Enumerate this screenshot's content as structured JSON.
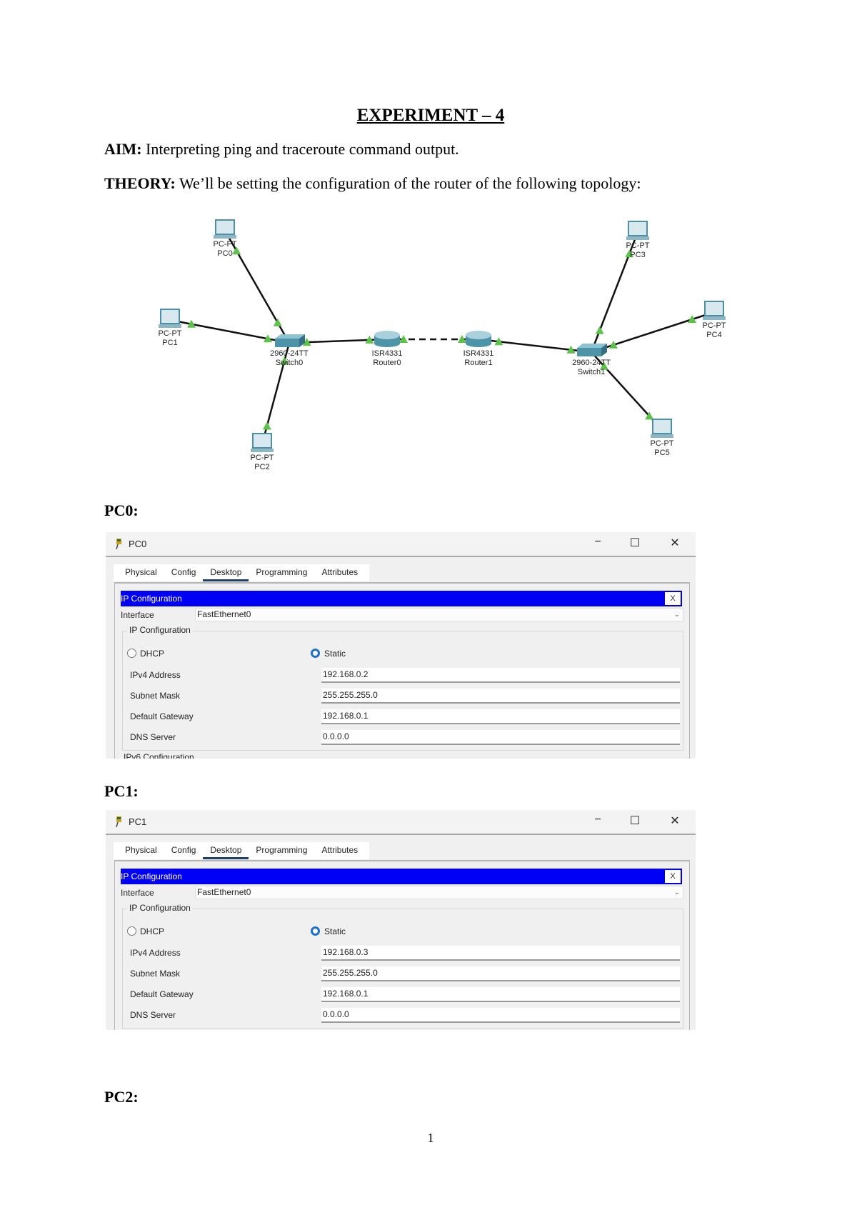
{
  "document": {
    "title": "EXPERIMENT – 4",
    "aim_label": "AIM:",
    "aim_text": " Interpreting ping and traceroute command output.",
    "theory_label": "THEORY:",
    "theory_text": " We’ll be setting the configuration of the router of the following topology:",
    "sections": [
      "PC0:",
      "PC1:",
      "PC2:"
    ],
    "page_number": "1"
  },
  "topology": {
    "nodes": [
      {
        "id": "pc0",
        "type": "pc",
        "model": "PC-PT",
        "name": "PC0"
      },
      {
        "id": "pc1",
        "type": "pc",
        "model": "PC-PT",
        "name": "PC1"
      },
      {
        "id": "pc2",
        "type": "pc",
        "model": "PC-PT",
        "name": "PC2"
      },
      {
        "id": "sw0",
        "type": "switch",
        "model": "2960-24TT",
        "name": "Switch0"
      },
      {
        "id": "r0",
        "type": "router",
        "model": "ISR4331",
        "name": "Router0"
      },
      {
        "id": "r1",
        "type": "router",
        "model": "ISR4331",
        "name": "Router1"
      },
      {
        "id": "sw1",
        "type": "switch",
        "model": "2960-24TT",
        "name": "Switch1"
      },
      {
        "id": "pc3",
        "type": "pc",
        "model": "PC-PT",
        "name": "PC3"
      },
      {
        "id": "pc4",
        "type": "pc",
        "model": "PC-PT",
        "name": "PC4"
      },
      {
        "id": "pc5",
        "type": "pc",
        "model": "PC-PT",
        "name": "PC5"
      }
    ],
    "links": [
      {
        "from": "pc0",
        "to": "sw0",
        "style": "solid"
      },
      {
        "from": "pc1",
        "to": "sw0",
        "style": "solid"
      },
      {
        "from": "pc2",
        "to": "sw0",
        "style": "solid"
      },
      {
        "from": "sw0",
        "to": "r0",
        "style": "solid"
      },
      {
        "from": "r0",
        "to": "r1",
        "style": "dashed"
      },
      {
        "from": "r1",
        "to": "sw1",
        "style": "solid"
      },
      {
        "from": "sw1",
        "to": "pc3",
        "style": "solid"
      },
      {
        "from": "sw1",
        "to": "pc4",
        "style": "solid"
      },
      {
        "from": "sw1",
        "to": "pc5",
        "style": "solid"
      }
    ],
    "colors": {
      "link": "#111111",
      "port_status": "#5cc24a",
      "device": "#4d94a8"
    }
  },
  "windows": [
    {
      "title": "PC0",
      "tabs": [
        "Physical",
        "Config",
        "Desktop",
        "Programming",
        "Attributes"
      ],
      "active_tab": "Desktop",
      "panel_title": "IP Configuration",
      "close_label": "X",
      "interface_label": "Interface",
      "interface_value": "FastEthernet0",
      "group_label": "IP Configuration",
      "dhcp_label": "DHCP",
      "static_label": "Static",
      "mode": "Static",
      "fields": [
        {
          "label": "IPv4 Address",
          "value": "192.168.0.2"
        },
        {
          "label": "Subnet Mask",
          "value": "255.255.255.0"
        },
        {
          "label": "Default Gateway",
          "value": "192.168.0.1"
        },
        {
          "label": "DNS Server",
          "value": "0.0.0.0"
        }
      ],
      "next_group_label": "IPv6 Configuration"
    },
    {
      "title": "PC1",
      "tabs": [
        "Physical",
        "Config",
        "Desktop",
        "Programming",
        "Attributes"
      ],
      "active_tab": "Desktop",
      "panel_title": "IP Configuration",
      "close_label": "X",
      "interface_label": "Interface",
      "interface_value": "FastEthernet0",
      "group_label": "IP Configuration",
      "dhcp_label": "DHCP",
      "static_label": "Static",
      "mode": "Static",
      "fields": [
        {
          "label": "IPv4 Address",
          "value": "192.168.0.3"
        },
        {
          "label": "Subnet Mask",
          "value": "255.255.255.0"
        },
        {
          "label": "Default Gateway",
          "value": "192.168.0.1"
        },
        {
          "label": "DNS Server",
          "value": "0.0.0.0"
        }
      ]
    }
  ],
  "window_controls": {
    "minimize": "−",
    "maximize": "☐",
    "close": "✕"
  }
}
